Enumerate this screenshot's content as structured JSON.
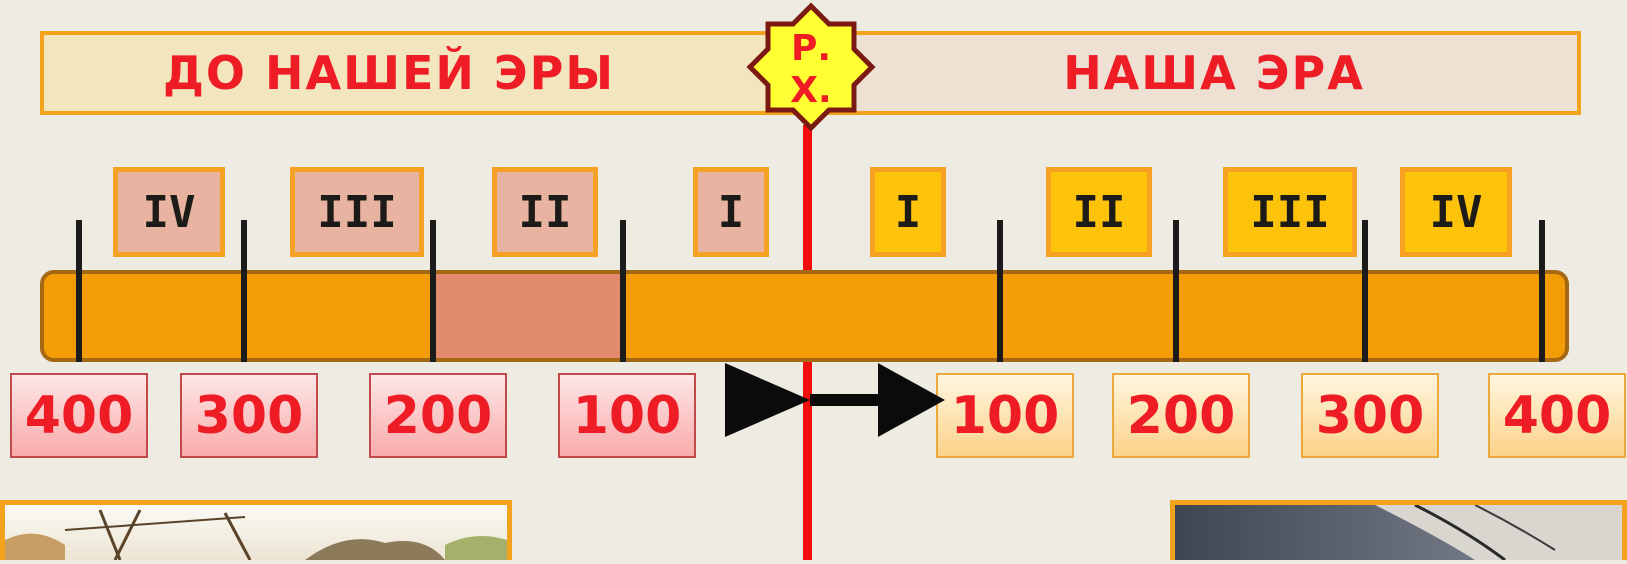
{
  "era_banner": {
    "before_label": "ДО НАШЕЙ ЭРЫ",
    "after_label": "НАША ЭРА",
    "marker_line1": "Р.",
    "marker_line2": "Х."
  },
  "centuries_bc": [
    "IV",
    "III",
    "II",
    "I"
  ],
  "centuries_ad": [
    "I",
    "II",
    "III",
    "IV"
  ],
  "years_bc": [
    "400",
    "300",
    "200",
    "100"
  ],
  "years_ad": [
    "100",
    "200",
    "300",
    "400"
  ],
  "colors": {
    "label_red": "#ee1c24",
    "bar_orange": "#f49c05",
    "bc_century_fill": "#e8b3a0",
    "ad_century_fill": "#fdc20a",
    "highlight_segment": "#e28b6d",
    "marker_yellow": "#ffff33"
  },
  "highlighted_interval": "II century BC",
  "direction": "time flows left to right"
}
